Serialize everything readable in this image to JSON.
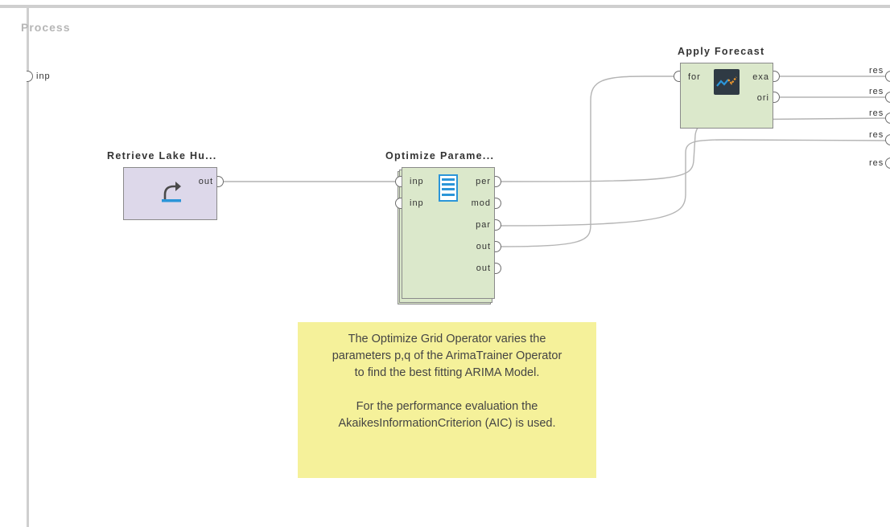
{
  "process_label": "Process",
  "process_input_port": "inp",
  "operators": {
    "retrieve": {
      "title": "Retrieve Lake Hu...",
      "icon": "retrieve-arrow-icon",
      "ports_out": [
        "out"
      ]
    },
    "optimize": {
      "title": "Optimize Parame...",
      "icon": "parameter-grid-icon",
      "ports_in": [
        "inp",
        "inp"
      ],
      "ports_out": [
        "per",
        "mod",
        "par",
        "out",
        "out"
      ]
    },
    "apply_forecast": {
      "title": "Apply Forecast",
      "icon": "forecast-chart-icon",
      "ports_in": [
        "for"
      ],
      "ports_out": [
        "exa",
        "ori"
      ]
    }
  },
  "result_ports": [
    "res",
    "res",
    "res",
    "res",
    "res"
  ],
  "note": {
    "paragraph1": "The Optimize Grid Operator varies the\nparameters p,q of the ArimaTrainer Operator\nto find the best fitting ARIMA Model.",
    "paragraph2": "For the performance evaluation the\nAkaikesInformationCriterion (AIC) is used."
  },
  "colors": {
    "retrieve_operator_bg": "#ddd8ea",
    "optimize_operator_bg": "#dbe8cb",
    "note_bg": "#f5f19a",
    "wire": "#b4b4b4"
  }
}
